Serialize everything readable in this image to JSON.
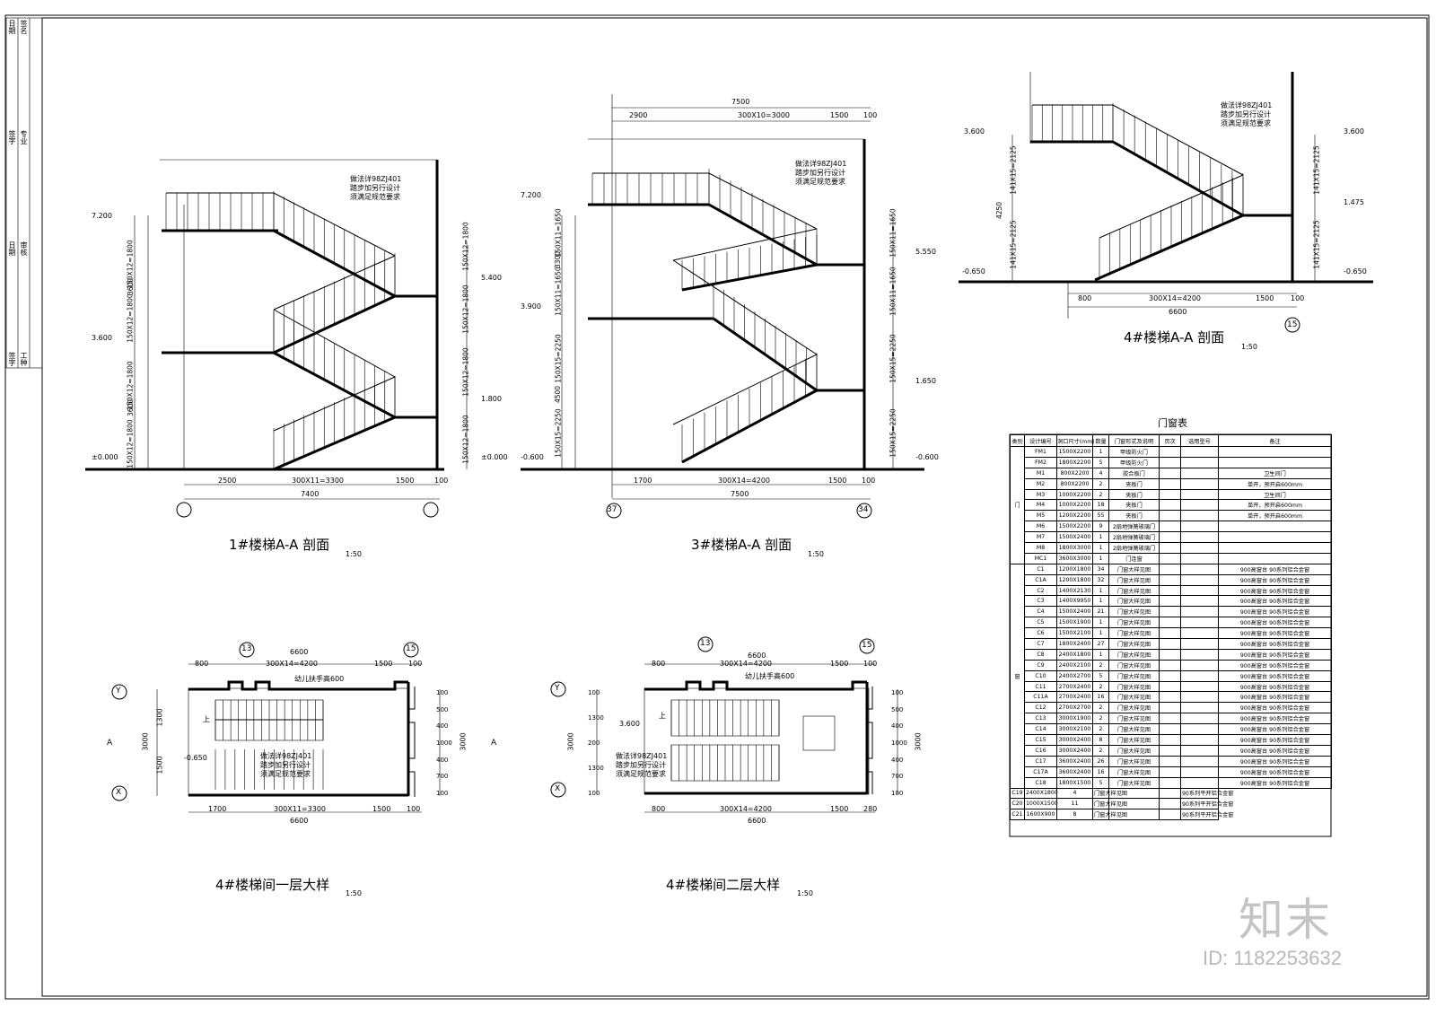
{
  "watermark": {
    "logo": "知末",
    "id_text": "ID: 1182253632"
  },
  "title_block": {
    "labels": [
      "日期",
      "签字",
      "日期",
      "签字",
      "签名",
      "专业",
      "审核",
      "工种"
    ]
  },
  "sections": [
    {
      "title": "1#楼梯A-A 剖面",
      "scale": "1:50",
      "note": [
        "做法详98ZJ401",
        "踏步加另行设计",
        "须满足规范要求"
      ],
      "elev_left": [
        "7.200",
        "3.600",
        "±0.000"
      ],
      "elev_right": [
        "5.400",
        "1.800",
        "±0.000"
      ],
      "vdim_left": [
        "150X12=1800",
        "150X12=1800",
        "150X12=1800",
        "150X12=1800"
      ],
      "vdim_left_total": [
        "3600",
        "3600"
      ],
      "vdim_right": [
        "150X12=1800",
        "150X12=1800",
        "150X12=1800",
        "150X12=1800"
      ],
      "hdim": [
        "2500",
        "300X11=3300",
        "1500",
        "100"
      ],
      "hdim_total": "7400"
    },
    {
      "title": "3#楼梯A-A 剖面",
      "scale": "1:50",
      "note": [
        "做法详98ZJ401",
        "踏步加另行设计",
        "须满足规范要求"
      ],
      "elev_left": [
        "7.200",
        "3.900",
        "-0.600"
      ],
      "elev_right": [
        "5.550",
        "1.650",
        "-0.600"
      ],
      "vdim_left": [
        "150X11=1650",
        "150X11=1650",
        "150X15=2250",
        "150X15=2250"
      ],
      "vdim_left_total": [
        "3300",
        "4500"
      ],
      "vdim_right": [
        "150X11=1650",
        "150X11=1650",
        "150X15=2250",
        "150X15=2250"
      ],
      "top_dim": [
        "2900",
        "300X10=3000",
        "1500",
        "100"
      ],
      "top_total": "7500",
      "hdim": [
        "1700",
        "300X14=4200",
        "1500",
        "100"
      ],
      "hdim_total": "7500",
      "axes": [
        "37",
        "34"
      ]
    },
    {
      "title": "4#楼梯A-A 剖面",
      "scale": "1:50",
      "note": [
        "做法详98ZJ401",
        "踏步加另行设计",
        "须满足规范要求"
      ],
      "elev_left": [
        "3.600",
        "-0.650"
      ],
      "elev_right": [
        "3.600",
        "1.475",
        "-0.650"
      ],
      "vdim_left": [
        "141X15=2125",
        "141X15=2125"
      ],
      "vdim_left_total": "4250",
      "vdim_right": [
        "141X15=2125",
        "141X15=2125"
      ],
      "hdim": [
        "800",
        "300X14=4200",
        "1500",
        "100"
      ],
      "hdim_total": "6600",
      "axes": [
        "15"
      ]
    }
  ],
  "plans": [
    {
      "title": "4#楼梯间一层大样",
      "scale": "1:50",
      "top_total": "6600",
      "top_dim": [
        "800",
        "300X14=4200",
        "1500",
        "100"
      ],
      "bottom_dim": [
        "1700",
        "300X11=3300",
        "1500",
        "100"
      ],
      "bottom_total": "6600",
      "left_dim": [
        "1300",
        "1500"
      ],
      "left_total": "3000",
      "right_dim": [
        "100",
        "500",
        "400",
        "1000",
        "400",
        "700",
        "100"
      ],
      "right_total": "3000",
      "axes_top": [
        "13",
        "15"
      ],
      "axes_side": [
        "Y",
        "X"
      ],
      "handrail": "幼儿扶手高600",
      "level": "-0.650",
      "up": "上",
      "section_mark": "A",
      "note": [
        "做法详98ZJ401",
        "踏步加另行设计",
        "须满足规范要求"
      ]
    },
    {
      "title": "4#楼梯间二层大样",
      "scale": "1:50",
      "top_total": "6600",
      "top_dim": [
        "800",
        "300X14=4200",
        "1500",
        "100"
      ],
      "bottom_dim": [
        "800",
        "300X14=4200",
        "1500",
        "280"
      ],
      "bottom_total": "6600",
      "left_dim": [
        "100",
        "1300",
        "200",
        "1300",
        "100"
      ],
      "left_total": "3000",
      "right_dim": [
        "100",
        "500",
        "400",
        "1000",
        "400",
        "700",
        "100"
      ],
      "right_total": "3000",
      "axes_top": [
        "13",
        "15"
      ],
      "axes_side": [
        "Y",
        "X"
      ],
      "handrail": "幼儿扶手高600",
      "level": "3.600",
      "up": "上",
      "note": [
        "做法详98ZJ401",
        "踏步加另行设计",
        "须满足规范要求"
      ]
    }
  ],
  "door_window_table": {
    "title": "门窗表",
    "headers": [
      "类别",
      "设计编号",
      "洞口尺寸(mm)",
      "数量",
      "门窗形式及说明",
      "页次",
      "选用型号",
      "备注"
    ],
    "groups": [
      {
        "label": "门",
        "rows": 10
      },
      {
        "label": "窗",
        "rows": 21
      }
    ],
    "rows": [
      [
        "FM1",
        "1500X2200",
        "1",
        "甲级防火门",
        "",
        "",
        ""
      ],
      [
        "FM2",
        "1800X2200",
        "5",
        "甲级防火门",
        "",
        "",
        ""
      ],
      [
        "M1",
        "800X2200",
        "4",
        "胶合板门",
        "",
        "",
        "卫生间门"
      ],
      [
        "M2",
        "800X2200",
        "2",
        "夹板门",
        "",
        "",
        "单开，预开启600mm"
      ],
      [
        "M3",
        "1000X2200",
        "2",
        "夹板门",
        "",
        "",
        "卫生间门"
      ],
      [
        "M4",
        "1000X2200",
        "18",
        "夹板门",
        "",
        "",
        "单开，预开启600mm"
      ],
      [
        "M5",
        "1200X2200",
        "55",
        "夹板门",
        "",
        "",
        "单开，预开启600mm"
      ],
      [
        "M6",
        "1500X2200",
        "9",
        "2扇地弹簧玻璃门",
        "",
        "",
        ""
      ],
      [
        "M7",
        "1500X2400",
        "1",
        "2扇地弹簧玻璃门",
        "",
        "",
        ""
      ],
      [
        "M8",
        "1800X3000",
        "1",
        "2扇地弹簧玻璃门",
        "",
        "",
        ""
      ],
      [
        "MC1",
        "3600X3000",
        "1",
        "门连窗",
        "",
        "",
        ""
      ],
      [
        "C1",
        "1200X1800",
        "34",
        "门窗大样见图",
        "",
        "",
        "900高窗台 90系列铝合金窗"
      ],
      [
        "C1A",
        "1200X1800",
        "32",
        "门窗大样见图",
        "",
        "",
        "900高窗台 90系列铝合金窗"
      ],
      [
        "C2",
        "1400X2130",
        "1",
        "门窗大样见图",
        "",
        "",
        "900高窗台 90系列铝合金窗"
      ],
      [
        "C3",
        "1400X9950",
        "1",
        "门窗大样见图",
        "",
        "",
        "900高窗台 90系列铝合金窗"
      ],
      [
        "C4",
        "1500X2400",
        "21",
        "门窗大样见图",
        "",
        "",
        "900高窗台 90系列铝合金窗"
      ],
      [
        "C5",
        "1500X1900",
        "1",
        "门窗大样见图",
        "",
        "",
        "900高窗台 90系列铝合金窗"
      ],
      [
        "C6",
        "1500X2100",
        "1",
        "门窗大样见图",
        "",
        "",
        "900高窗台 90系列铝合金窗"
      ],
      [
        "C7",
        "1800X2400",
        "27",
        "门窗大样见图",
        "",
        "",
        "900高窗台 90系列铝合金窗"
      ],
      [
        "C8",
        "2400X1800",
        "1",
        "门窗大样见图",
        "",
        "",
        "900高窗台 90系列铝合金窗"
      ],
      [
        "C9",
        "2400X2100",
        "2",
        "门窗大样见图",
        "",
        "",
        "900高窗台 90系列铝合金窗"
      ],
      [
        "C10",
        "2400X2700",
        "5",
        "门窗大样见图",
        "",
        "",
        "900高窗台 90系列铝合金窗"
      ],
      [
        "C11",
        "2700X2400",
        "2",
        "门窗大样见图",
        "",
        "",
        "900高窗台 90系列铝合金窗"
      ],
      [
        "C11A",
        "2700X2400",
        "16",
        "门窗大样见图",
        "",
        "",
        "900高窗台 90系列铝合金窗"
      ],
      [
        "C12",
        "2700X2700",
        "2",
        "门窗大样见图",
        "",
        "",
        "900高窗台 90系列铝合金窗"
      ],
      [
        "C13",
        "3000X1900",
        "2",
        "门窗大样见图",
        "",
        "",
        "900高窗台 90系列铝合金窗"
      ],
      [
        "C14",
        "3000X2100",
        "2",
        "门窗大样见图",
        "",
        "",
        "900高窗台 90系列铝合金窗"
      ],
      [
        "C15",
        "3000X2400",
        "8",
        "门窗大样见图",
        "",
        "",
        "900高窗台 90系列铝合金窗"
      ],
      [
        "C16",
        "3000X2400",
        "2",
        "门窗大样见图",
        "",
        "",
        "900高窗台 90系列铝合金窗"
      ],
      [
        "C17",
        "3600X2400",
        "26",
        "门窗大样见图",
        "",
        "",
        "900高窗台 90系列铝合金窗"
      ],
      [
        "C17A",
        "3600X2400",
        "16",
        "门窗大样见图",
        "",
        "",
        "900高窗台 90系列铝合金窗"
      ],
      [
        "C18",
        "1800X1500",
        "5",
        "门窗大样见图",
        "",
        "",
        "900高窗台 90系列铝合金窗"
      ],
      [
        "C19",
        "2400X1800",
        "4",
        "门窗大样见图",
        "",
        "",
        "90系列平开铝合金窗"
      ],
      [
        "C20",
        "1000X1500",
        "11",
        "门窗大样见图",
        "",
        "",
        "90系列平开铝合金窗"
      ],
      [
        "C21",
        "1600X900",
        "8",
        "门窗大样见图",
        "",
        "",
        "90系列平开铝合金窗"
      ]
    ]
  }
}
